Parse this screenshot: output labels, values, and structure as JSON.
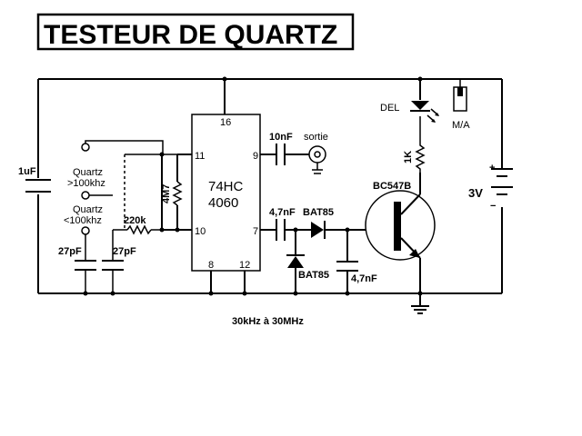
{
  "title": "TESTEUR DE QUARTZ",
  "ic": {
    "line1": "74HC",
    "line2": "4060",
    "pins": [
      "16",
      "11",
      "9",
      "10",
      "7",
      "8",
      "12"
    ]
  },
  "labels": {
    "c_supply": "1uF",
    "quartz_high_1": "Quartz",
    "quartz_high_2": ">100khz",
    "quartz_low_1": "Quartz",
    "quartz_low_2": "<100khz",
    "r_bias": "4M7",
    "r_series": "220k",
    "c_left": "27pF",
    "c_right": "27pF",
    "c_out": "10nF",
    "out_jack": "sortie",
    "c_couple": "4,7nF",
    "diode_series": "BAT85",
    "diode_shunt": "BAT85",
    "c_filter": "4,7nF",
    "transistor": "BC547B",
    "led": "DEL",
    "r_led": "1K",
    "switch": "M/A",
    "battery": "3V",
    "batt_plus": "+",
    "batt_minus": "−",
    "range": "30kHz à 30MHz"
  }
}
